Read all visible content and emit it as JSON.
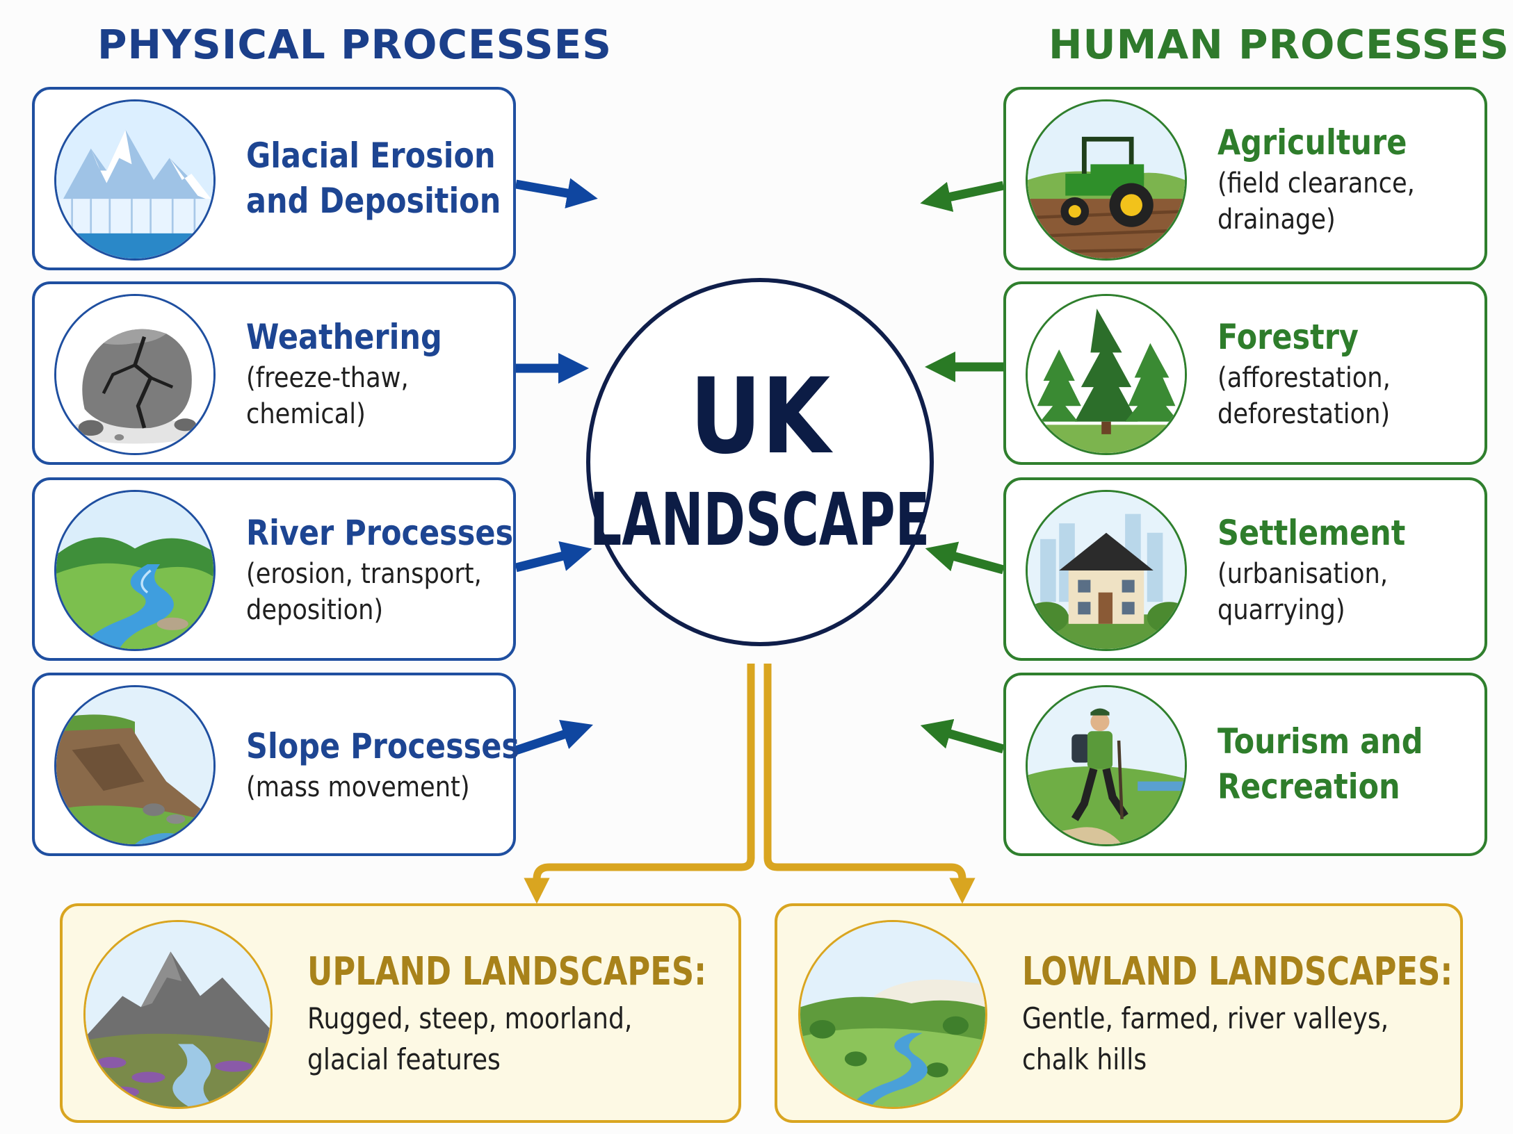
{
  "headings": {
    "physical": "PHYSICAL PROCESSES",
    "human": "HUMAN PROCESSES"
  },
  "center": {
    "line1": "UK",
    "line2": "LANDSCAPE"
  },
  "physical": [
    {
      "title_lines": [
        "Glacial Erosion",
        "and Deposition"
      ],
      "detail_lines": [],
      "icon": "glacier-icon"
    },
    {
      "title_lines": [
        "Weathering"
      ],
      "detail_lines": [
        "(freeze-thaw,",
        "chemical)"
      ],
      "icon": "cracked-rock-icon"
    },
    {
      "title_lines": [
        "River Processes"
      ],
      "detail_lines": [
        "(erosion, transport,",
        "deposition)"
      ],
      "icon": "river-icon"
    },
    {
      "title_lines": [
        "Slope Processes"
      ],
      "detail_lines": [
        "(mass movement)"
      ],
      "icon": "landslide-icon"
    }
  ],
  "human": [
    {
      "title_lines": [
        "Agriculture"
      ],
      "detail_lines": [
        "(field clearance,",
        "drainage)"
      ],
      "icon": "tractor-icon"
    },
    {
      "title_lines": [
        "Forestry"
      ],
      "detail_lines": [
        "(afforestation,",
        "deforestation)"
      ],
      "icon": "pine-trees-icon"
    },
    {
      "title_lines": [
        "Settlement"
      ],
      "detail_lines": [
        "(urbanisation,",
        "quarrying)"
      ],
      "icon": "house-icon"
    },
    {
      "title_lines": [
        "Tourism and",
        "Recreation"
      ],
      "detail_lines": [],
      "icon": "hiker-icon"
    }
  ],
  "outcomes": [
    {
      "title": "UPLAND LANDSCAPES:",
      "detail_lines": [
        "Rugged, steep, moorland,",
        "glacial features"
      ],
      "icon": "mountain-icon"
    },
    {
      "title": "LOWLAND LANDSCAPES:",
      "detail_lines": [
        "Gentle, farmed, river valleys,",
        "chalk hills"
      ],
      "icon": "valley-icon"
    }
  ],
  "colors": {
    "physical": "#1f4fa0",
    "human": "#2f7f2d",
    "outcome": "#d9a520",
    "center": "#0f1e4a"
  }
}
